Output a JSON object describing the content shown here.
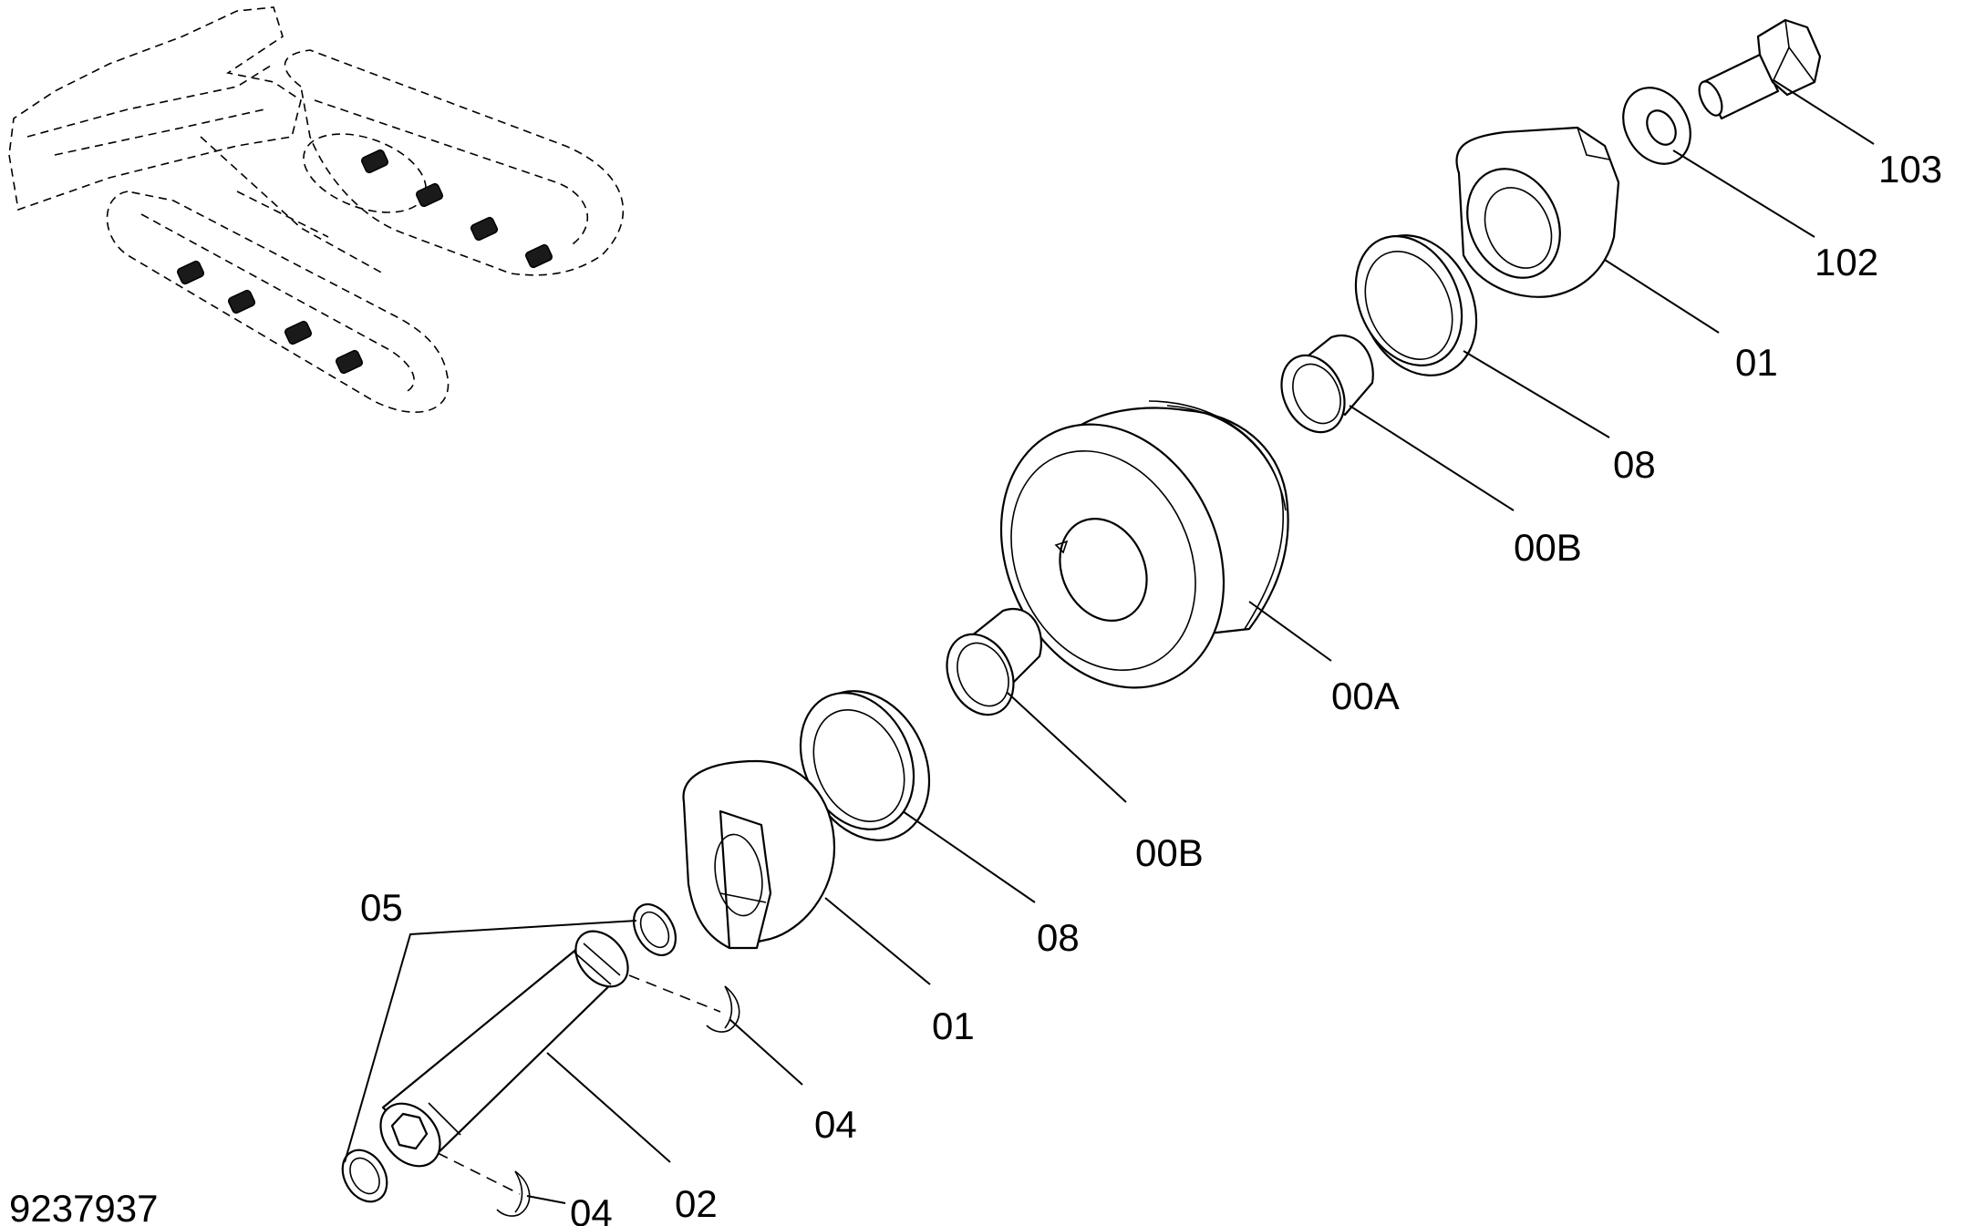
{
  "document_number": "9237937",
  "callouts": {
    "c103": "103",
    "c102": "102",
    "c01_top": "01",
    "c08_top": "08",
    "c00B_top": "00B",
    "c00A": "00A",
    "c00B_bottom": "00B",
    "c08_bottom": "08",
    "c01_bottom": "01",
    "c05": "05",
    "c04_upper": "04",
    "c04_lower": "04",
    "c02": "02"
  },
  "icons": {
    "locator": "undercarriage-locator-icon",
    "bolt": "hex-bolt-icon",
    "washer": "washer-icon",
    "collar": "end-collar-icon",
    "seal": "floating-seal-icon",
    "bushing": "bushing-icon",
    "roller": "track-roller-icon",
    "shaft": "shaft-icon",
    "oring": "o-ring-icon",
    "retainer": "retainer-pin-icon"
  }
}
